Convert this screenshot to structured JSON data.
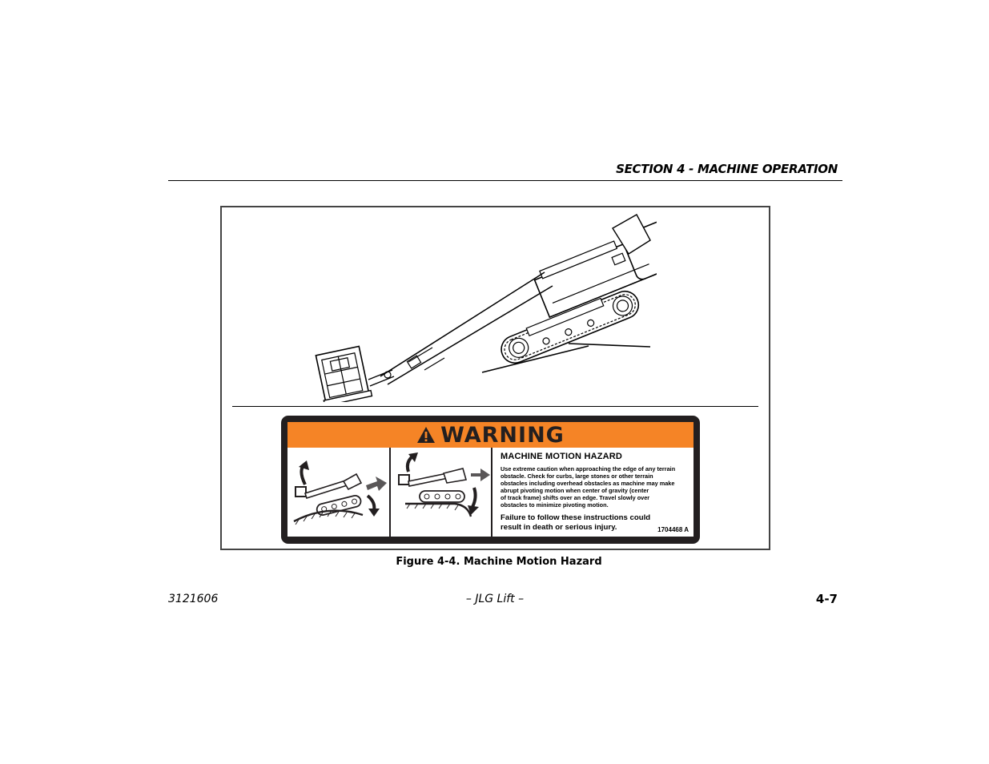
{
  "header": {
    "section_title": "SECTION 4 - MACHINE OPERATION"
  },
  "decal": {
    "signal_word": "WARNING",
    "hazard_title": "MACHINE MOTION HAZARD",
    "instruction_lines": [
      "Use extreme caution when approaching the edge of any terrain",
      "obstacle. Check for curbs, large stones or other terrain",
      "obstacles including overhead obstacles as machine may make",
      "abrupt pivoting motion when center of gravity (center",
      "of track frame) shifts over an edge. Travel slowly over",
      "obstacles to minimize pivoting motion."
    ],
    "consequence_lines": [
      "Failure to follow these instructions could",
      "result in death or serious injury."
    ],
    "part_number": "1704468 A",
    "colors": {
      "header_orange": "#f58426",
      "border_black": "#231f20"
    }
  },
  "figure": {
    "caption": "Figure 4-4. Machine Motion Hazard"
  },
  "footer": {
    "document_number": "3121606",
    "center_text": "– JLG Lift –",
    "page_number": "4-7"
  }
}
